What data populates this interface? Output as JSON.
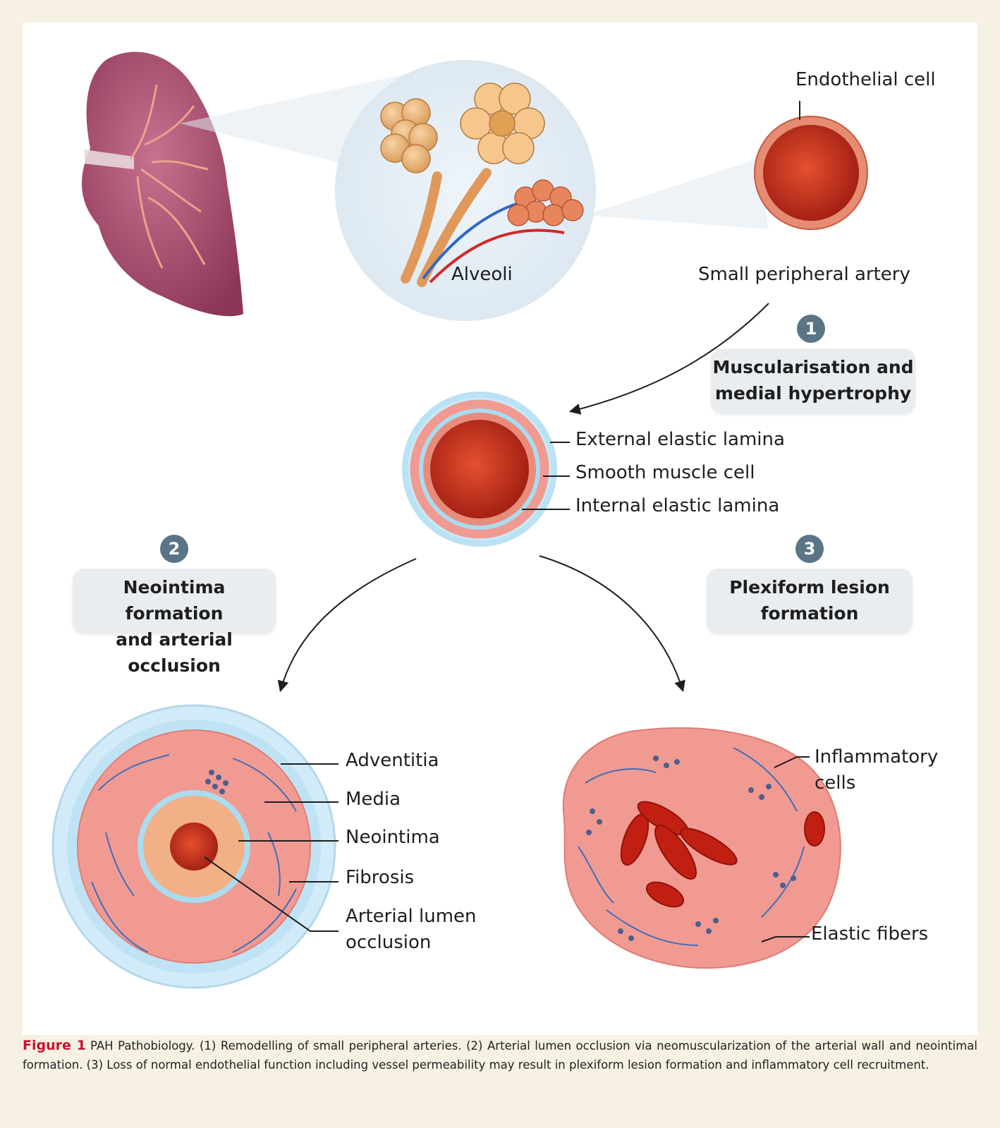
{
  "labels": {
    "endothelial_cell": "Endothelial cell",
    "alveoli": "Alveoli",
    "small_peripheral_artery": "Small peripheral artery",
    "external_elastic_lamina": "External elastic lamina",
    "smooth_muscle_cell": "Smooth muscle cell",
    "internal_elastic_lamina": "Internal elastic lamina",
    "adventitia": "Adventitia",
    "media": "Media",
    "neointima": "Neointima",
    "fibrosis": "Fibrosis",
    "arterial_lumen_line1": "Arterial lumen",
    "arterial_lumen_line2": "occlusion",
    "inflammatory_line1": "Inflammatory",
    "inflammatory_line2": "cells",
    "elastic_fibers": "Elastic fibers"
  },
  "steps": [
    {
      "number": "1",
      "line1": "Muscularisation and",
      "line2": "medial hypertrophy"
    },
    {
      "number": "2",
      "line1": "Neointima formation",
      "line2": "and arterial occlusion"
    },
    {
      "number": "3",
      "line1": "Plexiform lesion",
      "line2": "formation"
    }
  ],
  "caption": {
    "figure_label": "Figure 1",
    "text": "PAH Pathobiology. (1) Remodelling of small peripheral arteries. (2) Arterial lumen occlusion via neomuscularization of the arterial wall and neointimal formation. (3) Loss of normal endothelial function including vessel permeability may result in plexiform lesion formation and inflammatory cell recruitment."
  },
  "colors": {
    "lumen": "#c8321f",
    "wall": "#f09a92",
    "lamina": "#a9dcf0",
    "adventitia": "#cfe8f5",
    "elastic_fiber": "#3d6fb8",
    "inflammatory_cell": "#4a5f8f",
    "badge": "#5a7585",
    "figure_label": "#c8102e"
  }
}
